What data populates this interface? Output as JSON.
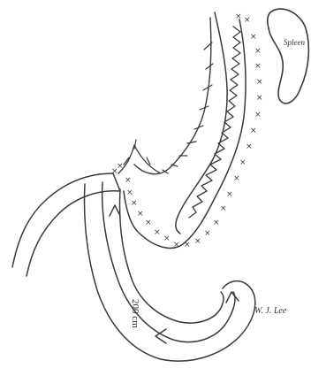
{
  "labels": {
    "spleen": "Spleen",
    "limb_length": "200 cm",
    "signature": "W. J. Lee"
  },
  "colors": {
    "background": "#ffffff",
    "ink": "#3a3a3a"
  }
}
